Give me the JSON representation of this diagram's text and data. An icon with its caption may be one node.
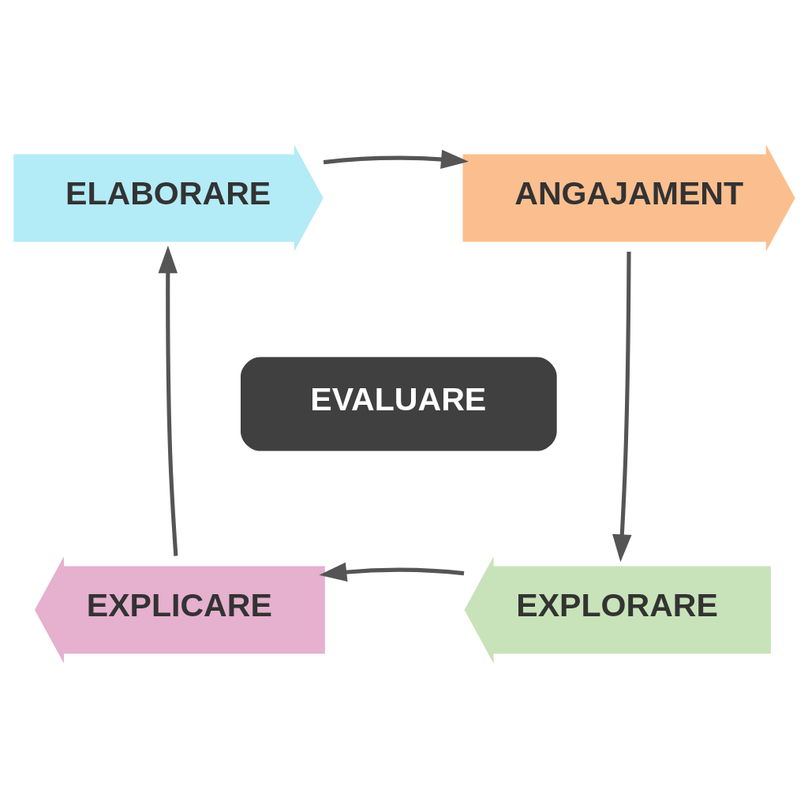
{
  "diagram": {
    "nodes": [
      {
        "text": [
          "ANGAJAMENT"
        ]
      },
      {
        "text": [
          "EXPLORARE"
        ]
      },
      {
        "text": [
          "EXPLICARE"
        ]
      },
      {
        "text": [
          "ELABORARE"
        ]
      },
      {
        "text": [
          "EVALUARE"
        ]
      }
    ],
    "edges": [
      {
        "from": 0,
        "to": 1,
        "arrow": "to"
      },
      {
        "from": 1,
        "to": 2,
        "arrow": "to"
      },
      {
        "from": 2,
        "to": 3,
        "arrow": "to"
      },
      {
        "from": 3,
        "to": 0,
        "arrow": "to"
      }
    ]
  }
}
